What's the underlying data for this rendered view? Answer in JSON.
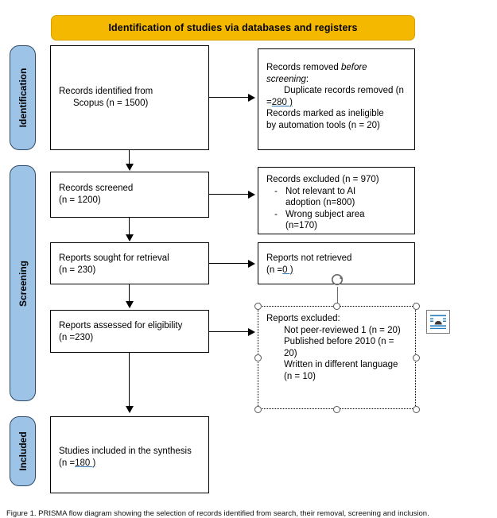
{
  "banner": {
    "title": "Identification of studies via databases and registers"
  },
  "stages": [
    {
      "key": "identification",
      "label": "Identification"
    },
    {
      "key": "screening",
      "label": "Screening"
    },
    {
      "key": "included",
      "label": "Included"
    }
  ],
  "boxes": {
    "identified": {
      "line1": "Records identified from",
      "line2": "Scopus (n = 1500)"
    },
    "removed": {
      "line1_a": "Records removed ",
      "line1_em": "before",
      "line2_em": "screening",
      "line2_b": ":",
      "line3": "Duplicate records removed (n",
      "line4_pre": "=",
      "line4_field": "280 )",
      "line5": "Records marked as ineligible",
      "line6": "by automation tools (n = 20)"
    },
    "screened": {
      "line1": "Records screened",
      "line2": "(n = 1200)"
    },
    "excluded": {
      "heading": "Records excluded (n = 970)",
      "bullets": [
        {
          "dash": "-",
          "l1": "Not relevant to AI",
          "l2": "adoption (n=800)"
        },
        {
          "dash": "-",
          "l1": "Wrong subject area",
          "l2": "(n=170)"
        }
      ]
    },
    "sought": {
      "line1": "Reports sought for retrieval",
      "line2": "(n = 230)"
    },
    "not_retrieved": {
      "line1": "Reports not retrieved",
      "line2_pre": "(n =",
      "line2_field": "0 )"
    },
    "assessed": {
      "line1": "Reports assessed for eligibility",
      "line2": "(n =230)"
    },
    "reports_excluded_selected": {
      "heading": "Reports excluded:",
      "line1": "Not peer-reviewed 1 (n = 20)",
      "line2": "Published before 2010 (n =",
      "line3": "20)",
      "line4": "Written in different language",
      "line5": "(n = 10)"
    },
    "included": {
      "line1": "Studies included in the synthesis",
      "line2_pre": "(n =",
      "line2_field": "180 )"
    }
  },
  "selection": {
    "handle_count": 8,
    "rotation_handle": "rotate-handle",
    "layout_options": "layout-options-icon"
  },
  "caption": {
    "text": "Figure 1. PRISMA flow diagram showing the selection of records identified from search, their removal, screening and inclusion."
  },
  "colors": {
    "banner": "#F5B800",
    "stage": "#9DC3E6",
    "stage_border": "#2E4B6B",
    "field_underline": "#2E74B5",
    "box_border": "#000000"
  }
}
